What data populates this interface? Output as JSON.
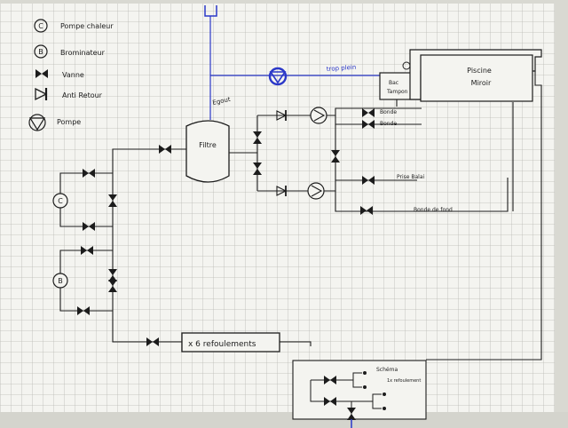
{
  "legend": {
    "pompe_chaleur_symbol": "C",
    "pompe_chaleur": "Pompe chaleur",
    "brominateur_symbol": "B",
    "brominateur": "Brominateur",
    "vanne": "Vanne",
    "anti_retour": "Anti Retour",
    "pompe": "Pompe"
  },
  "labels": {
    "egout": "Egout",
    "trop_plein": "trop plein",
    "bac_tampon_1": "Bac",
    "bac_tampon_2": "Tampon",
    "piscine_1": "Piscine",
    "piscine_2": "Miroir",
    "filtre": "Filtre",
    "bonde_1": "Bonde",
    "bonde_2": "Bonde",
    "balai": "Prise Balai",
    "bonde_de_fond": "Bonde de fond",
    "refoulements": "x 6 refoulements",
    "c_circle": "C",
    "b_circle": "B",
    "schema_1": "Schéma",
    "schema_2": "1x refoulement"
  },
  "colors": {
    "paper": "#f4f4f0",
    "grid": "#b9b9b4",
    "ink": "#1c1c1c",
    "blue_ink": "#2b38c8"
  }
}
